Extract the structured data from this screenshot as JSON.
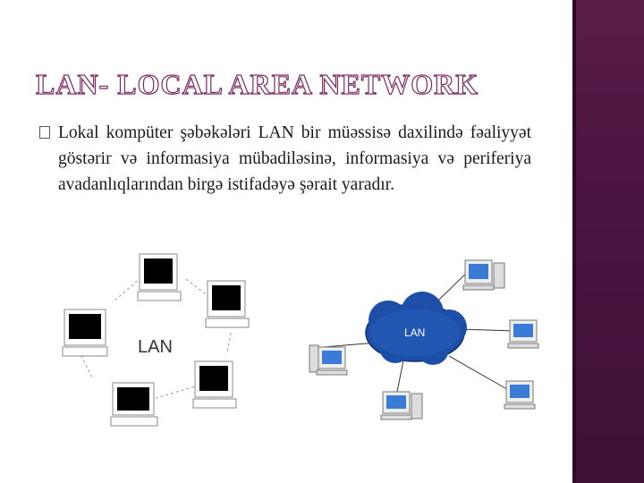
{
  "slide": {
    "title": "LAN- LOCAL AREA NETWORK",
    "bullet_text": "Lokal kompüter şəbəkələri LAN  bir müəssisə daxilində fəaliyyət göstərir və informasiya mübadiləsinə, informasiya və periferiya avadanlıqlarından birgə istifadəyə şərait yaradır."
  },
  "diagram_left": {
    "label": "LAN"
  },
  "diagram_right": {
    "cloud_label": "LAN"
  },
  "colors": {
    "title_outline": "#7d2a63",
    "sidebar": "#4a1440",
    "cloud": "#1e4fa8"
  }
}
